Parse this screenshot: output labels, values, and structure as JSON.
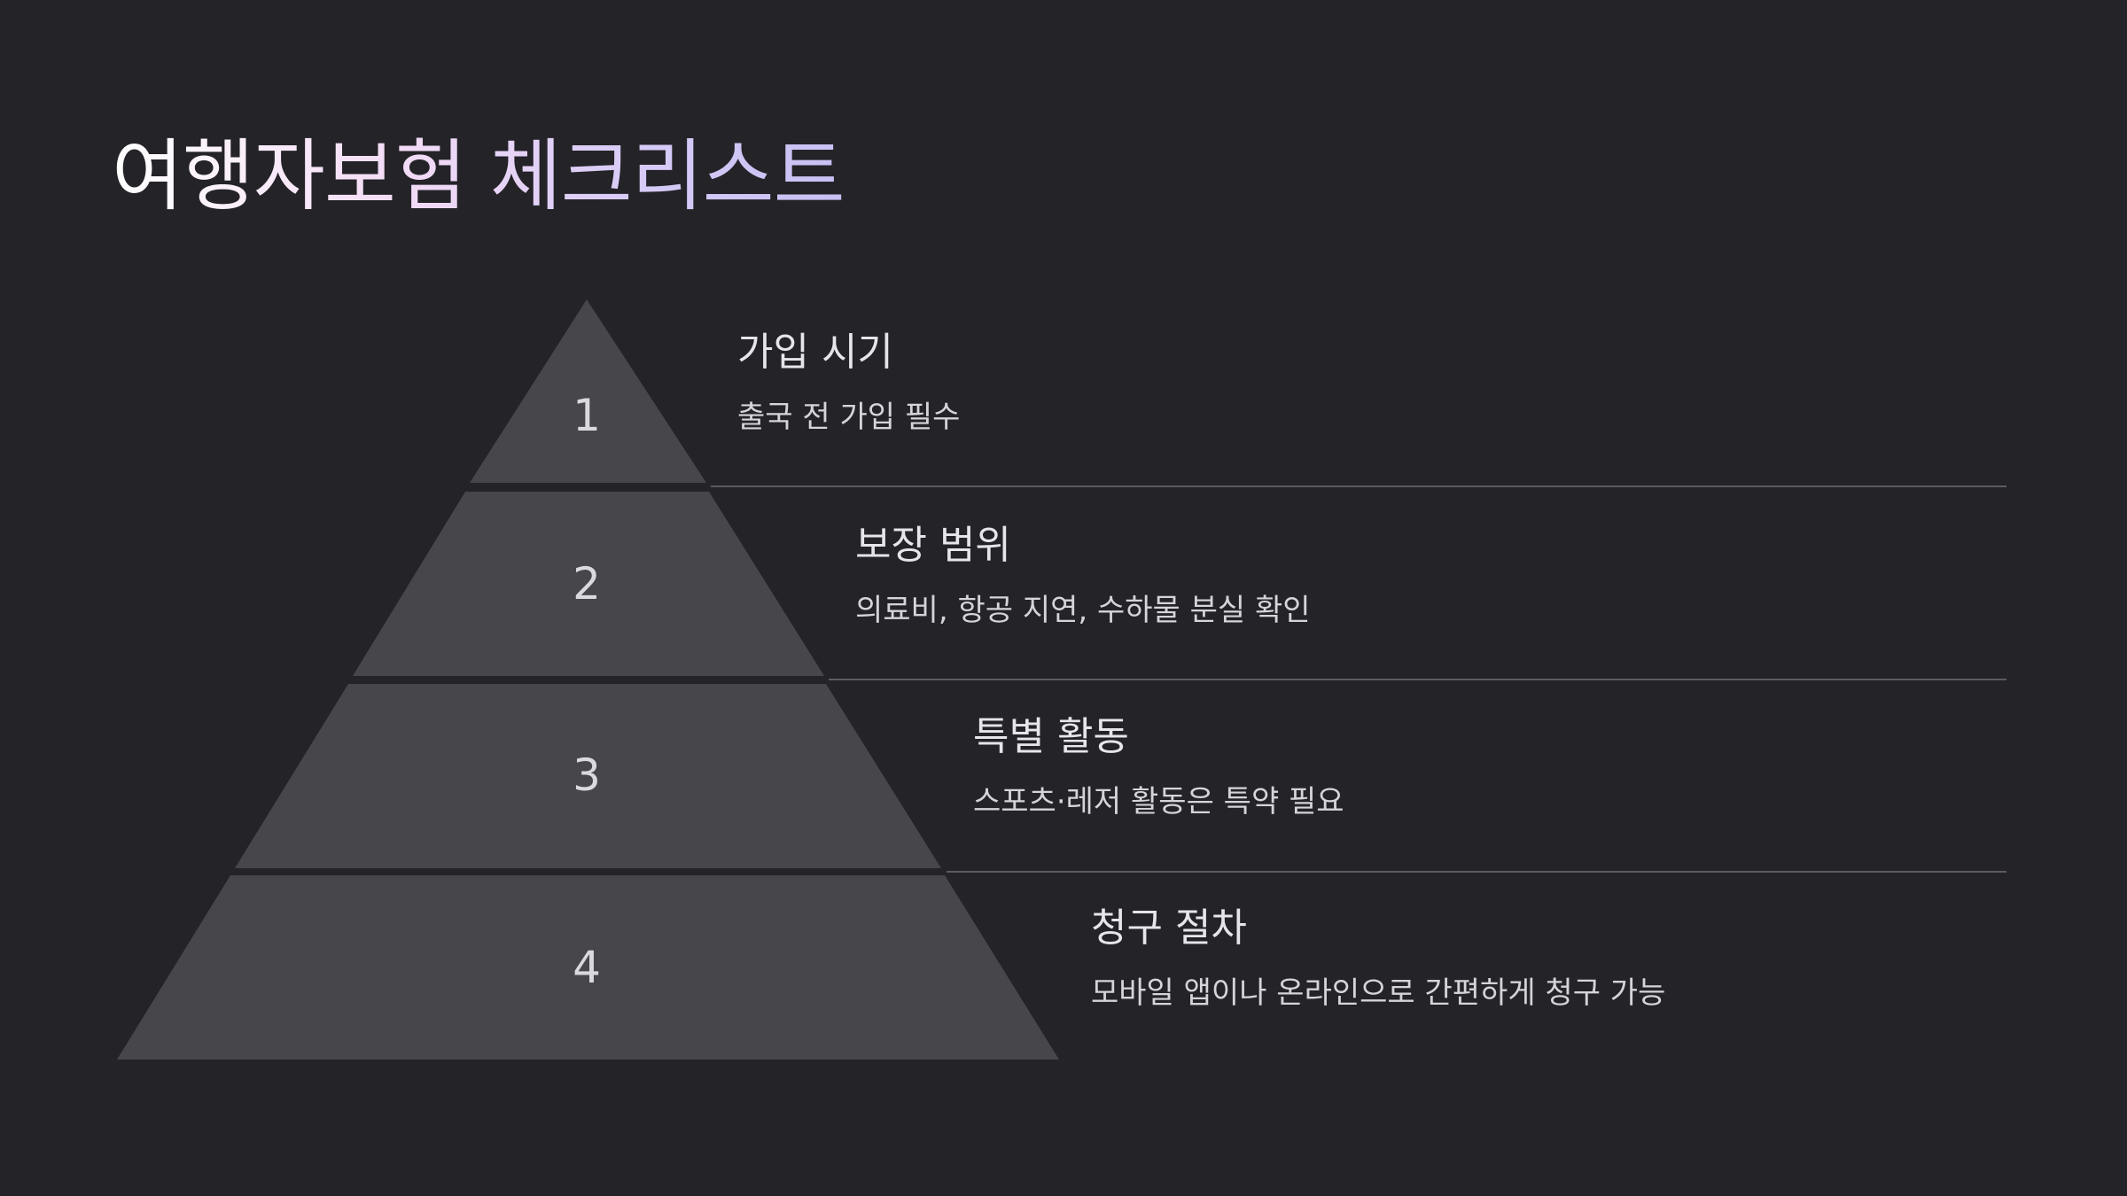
{
  "title": "여행자보험 체크리스트",
  "colors": {
    "background": "#242328",
    "tier_fill": "#47464b",
    "divider": "#5c5b61",
    "title_gradient": [
      "#ffffff",
      "#f4dcf6",
      "#d8cbf6",
      "#c8c0f4"
    ]
  },
  "tiers": [
    {
      "number": "1",
      "heading": "가입 시기",
      "description": "출국 전 가입 필수"
    },
    {
      "number": "2",
      "heading": "보장 범위",
      "description": "의료비, 항공 지연, 수하물 분실 확인"
    },
    {
      "number": "3",
      "heading": "특별 활동",
      "description": "스포츠·레저 활동은 특약 필요"
    },
    {
      "number": "4",
      "heading": "청구 절차",
      "description": "모바일 앱이나 온라인으로 간편하게 청구 가능"
    }
  ]
}
